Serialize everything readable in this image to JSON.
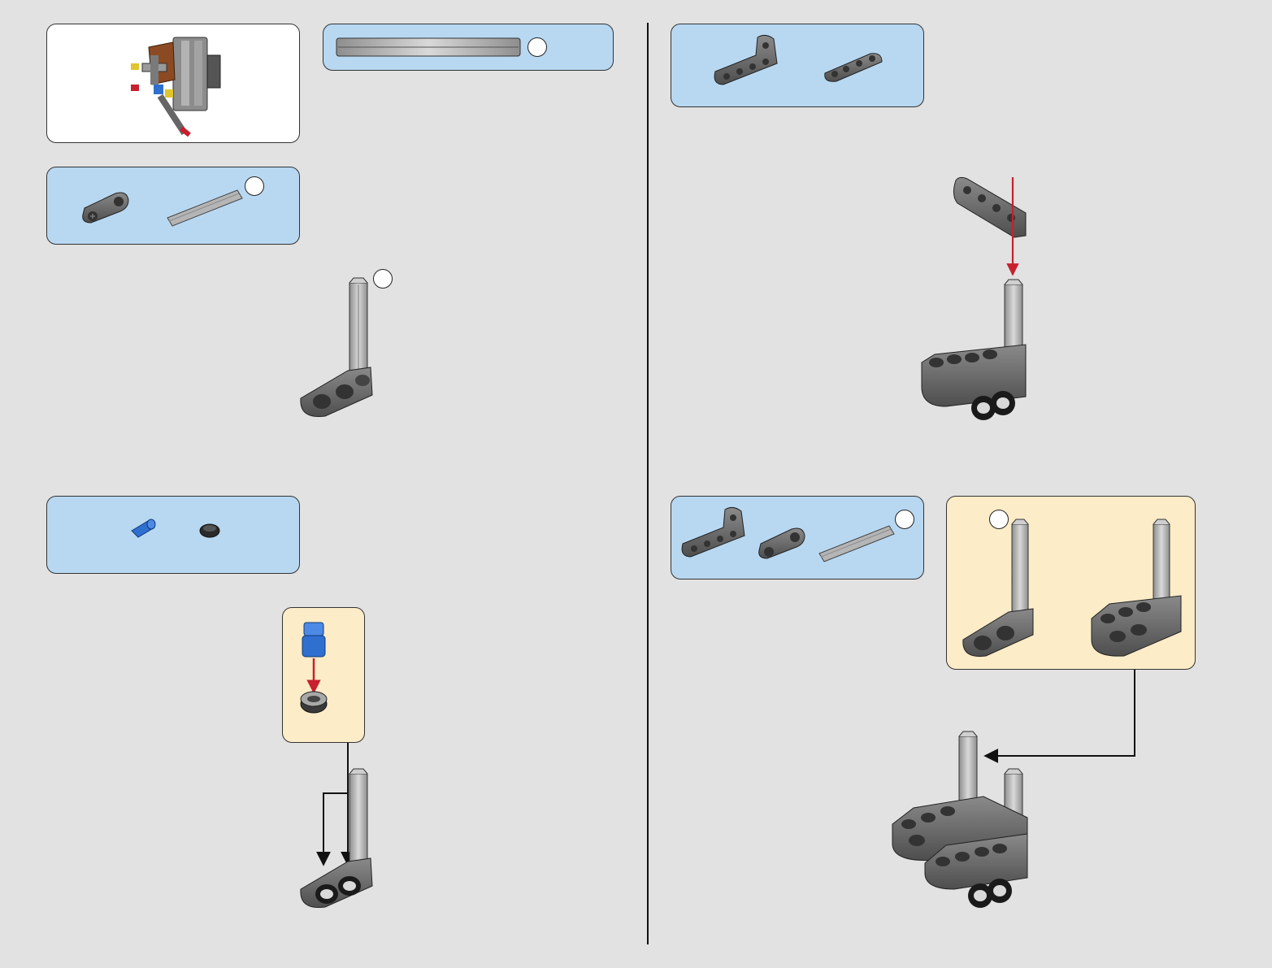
{
  "page": {
    "background": "#e2e2e2",
    "colors": {
      "parts_box": "#b8d8f2",
      "callout_box": "#fdecc8",
      "beam_gray": "#6a6a6a",
      "axle_gray": "#b9b9b9",
      "pin_blue": "#2f6fd0",
      "arrow_red": "#c8202e",
      "leader_black": "#111111"
    }
  },
  "left_column": {
    "preview": {
      "icon": "assembled-model-preview"
    },
    "axle_length_guide": {
      "badge": ""
    },
    "step_a_parts": {
      "items": [
        {
          "icon": "cross-axle-block-part",
          "qty": ""
        },
        {
          "icon": "axle-part",
          "badge": ""
        }
      ]
    },
    "step_a_build": {
      "badge": "",
      "icon": "axle-in-beam-assembly"
    },
    "step_b_parts": {
      "items": [
        {
          "icon": "blue-pin-part",
          "qty": ""
        },
        {
          "icon": "black-bush-part",
          "qty": ""
        }
      ]
    },
    "step_b_callout": {
      "icon": "pin-into-bush-subassembly"
    },
    "step_b_build": {
      "icon": "beam-with-pins-assembly"
    }
  },
  "right_column": {
    "step_c_parts": {
      "items": [
        {
          "icon": "angled-beam-part",
          "qty": ""
        },
        {
          "icon": "straight-beam-part",
          "qty": ""
        }
      ]
    },
    "step_c_build": {
      "icon": "beam-onto-axle-assembly"
    },
    "step_d_parts": {
      "items": [
        {
          "icon": "angled-beam-part",
          "qty": ""
        },
        {
          "icon": "cross-axle-block-part",
          "qty": ""
        },
        {
          "icon": "axle-part",
          "badge": ""
        }
      ]
    },
    "step_d_callout": {
      "badge": "",
      "icon": "two-subassemblies"
    },
    "step_d_build": {
      "icon": "combined-assembly"
    }
  }
}
